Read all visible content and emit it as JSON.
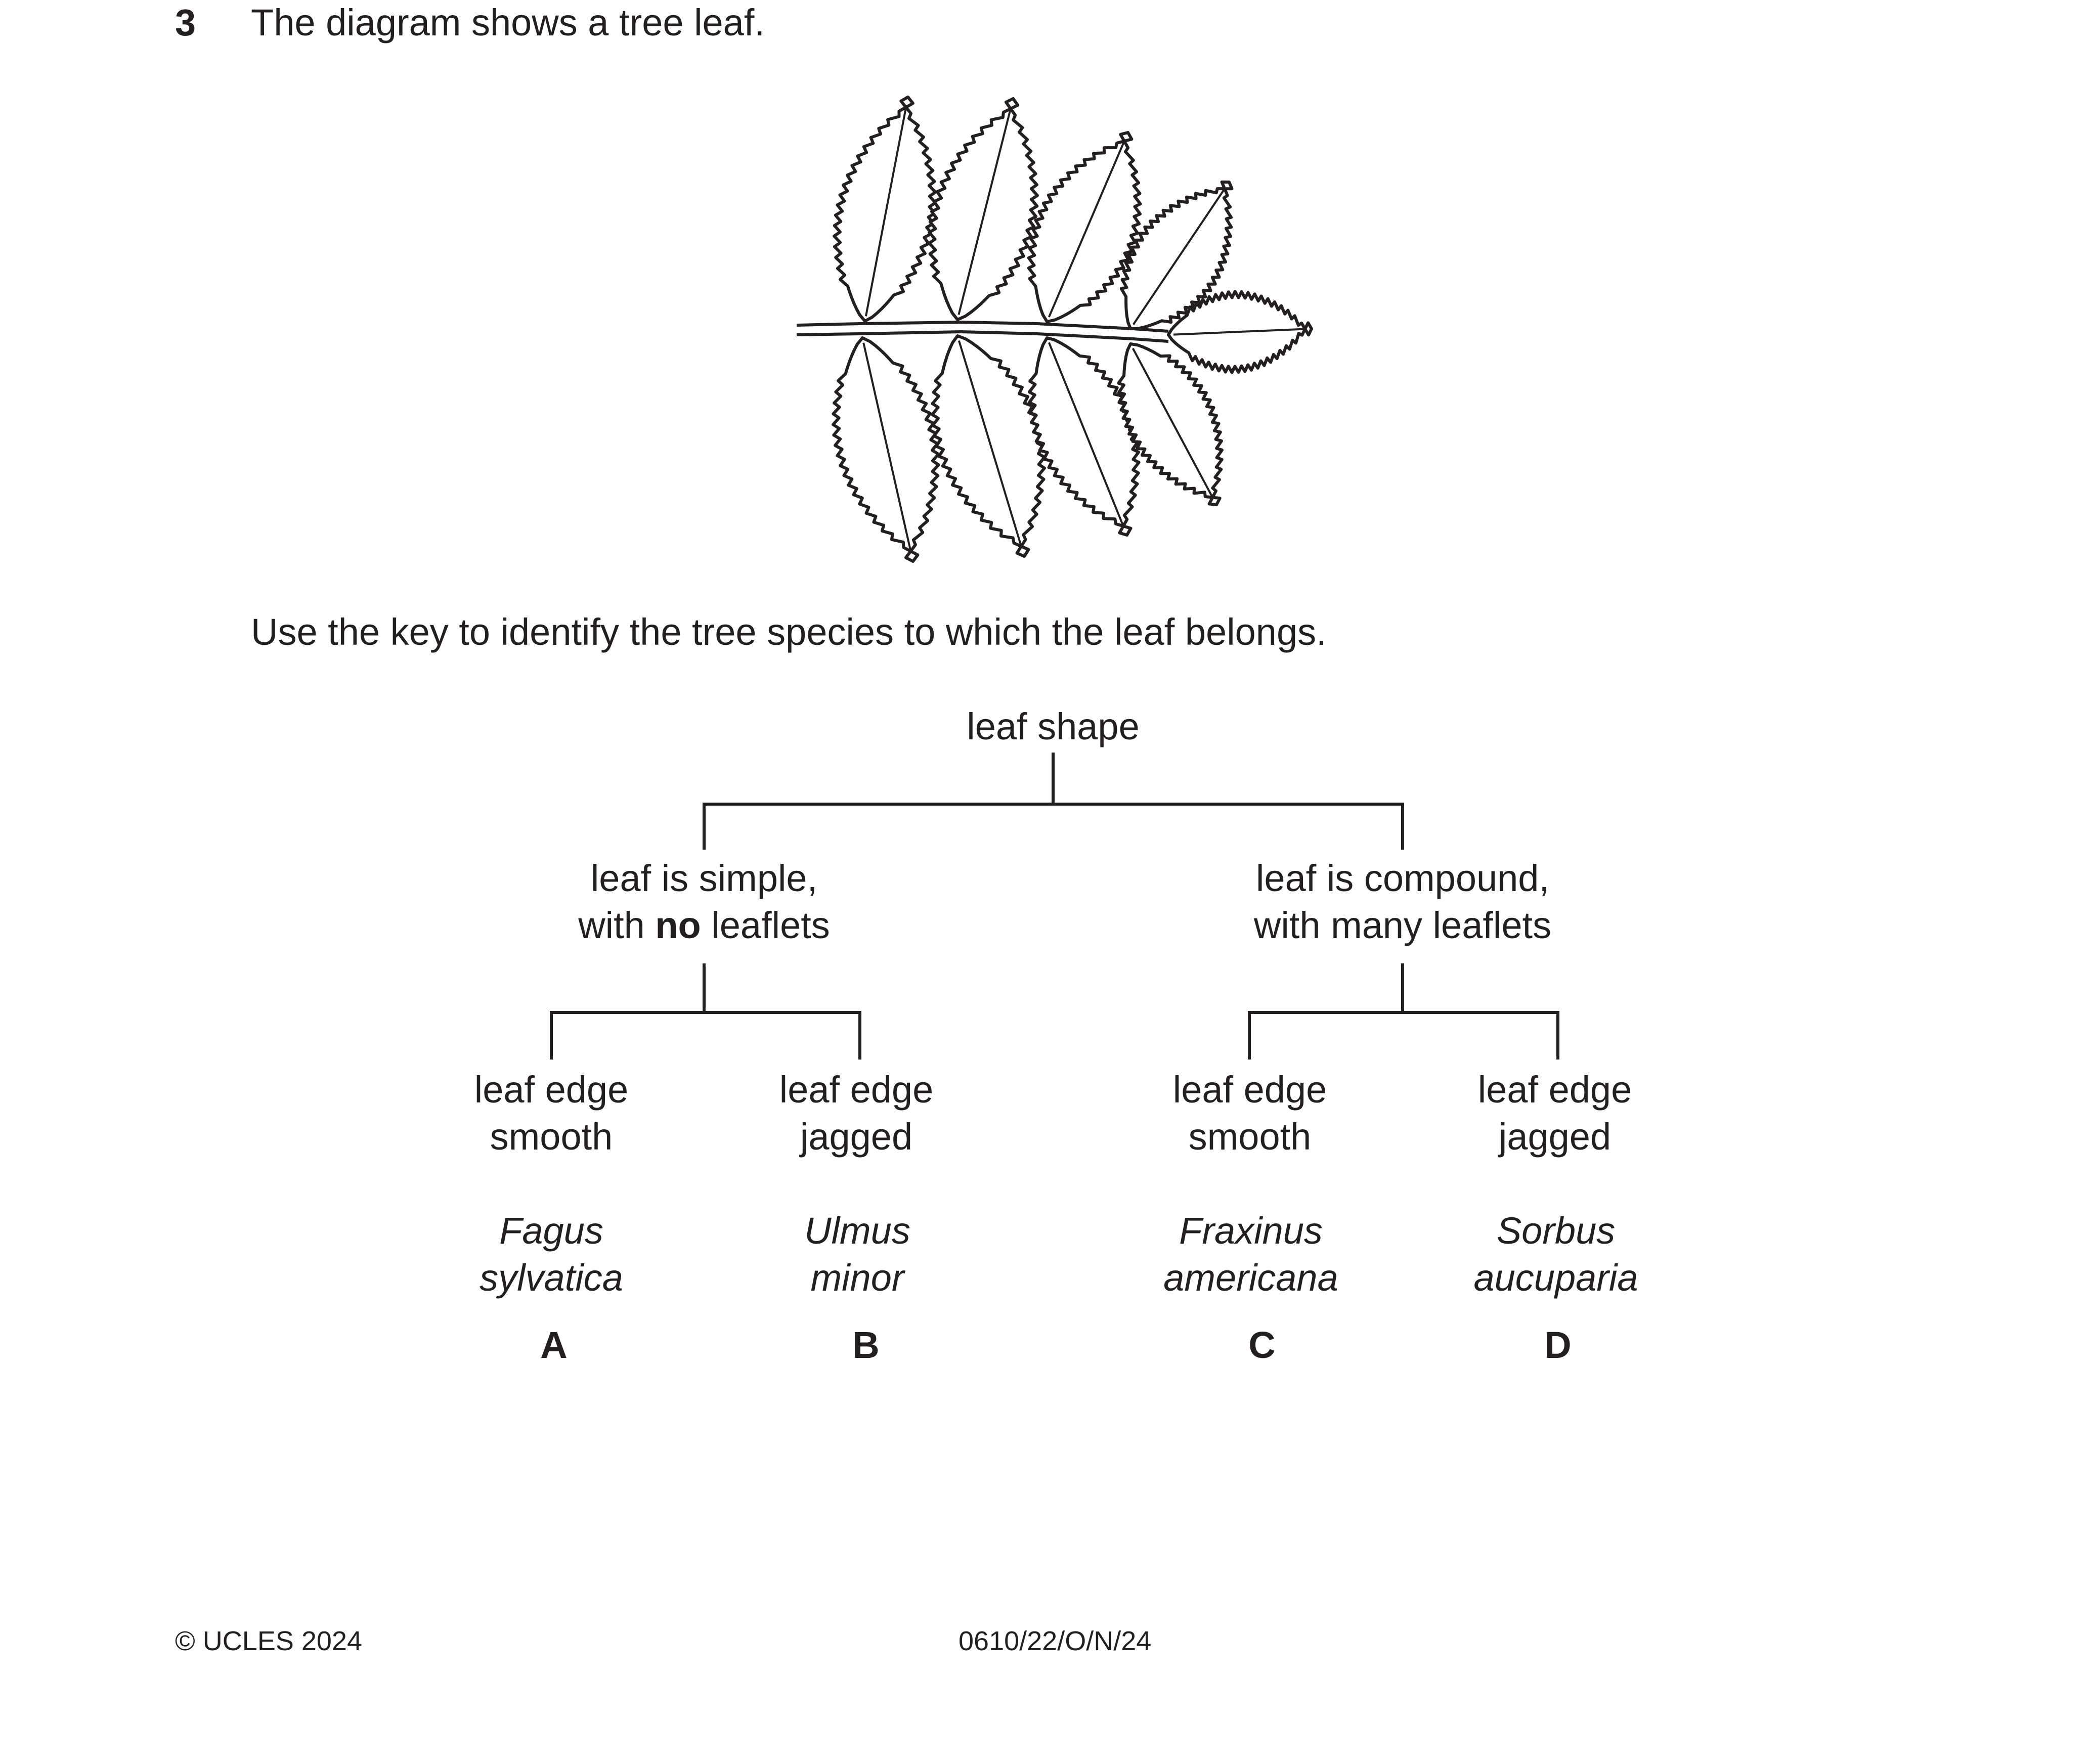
{
  "question": {
    "number": "3",
    "text": "The diagram shows a tree leaf.",
    "instruction": "Use the key to identify the tree species to which the leaf belongs."
  },
  "key": {
    "root": "leaf shape",
    "simple": {
      "line1": "leaf is simple,",
      "line2_before": "with ",
      "line2_bold": "no",
      "line2_after": " leaflets"
    },
    "compound": {
      "line1": "leaf is compound,",
      "line2": "with many leaflets"
    },
    "options": [
      {
        "edge1": "leaf edge",
        "edge2": "smooth",
        "genus": "Fagus",
        "species": "sylvatica",
        "letter": "A"
      },
      {
        "edge1": "leaf edge",
        "edge2": "jagged",
        "genus": "Ulmus",
        "species": "minor",
        "letter": "B"
      },
      {
        "edge1": "leaf edge",
        "edge2": "smooth",
        "genus": "Fraxinus",
        "species": "americana",
        "letter": "C"
      },
      {
        "edge1": "leaf edge",
        "edge2": "jagged",
        "genus": "Sorbus",
        "species": "aucuparia",
        "letter": "D"
      }
    ]
  },
  "footer": {
    "copyright": "© UCLES 2024",
    "code": "0610/22/O/N/24"
  }
}
